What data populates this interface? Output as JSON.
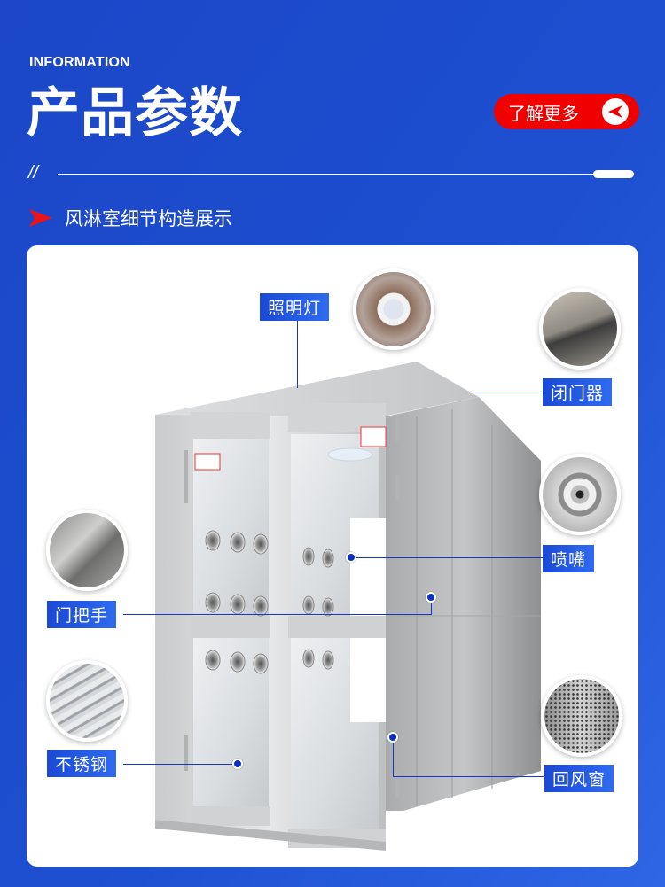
{
  "header": {
    "eyebrow": "INFORMATION",
    "title": "产品参数",
    "more_button": "了解更多",
    "divider_mark": "//",
    "section_heading": "风淋室细节构造展示"
  },
  "colors": {
    "background": "#1d4fd0",
    "accent_red": "#f10000",
    "tag_blue": "#1a49d6",
    "line_blue": "#1836c4"
  },
  "callouts": [
    {
      "id": "lighting",
      "label": "照明灯",
      "thumb": "ceiling-light-photo"
    },
    {
      "id": "door-closer",
      "label": "闭门器",
      "thumb": "door-closer-photo"
    },
    {
      "id": "nozzle",
      "label": "喷嘴",
      "thumb": "nozzle-photo"
    },
    {
      "id": "door-handle",
      "label": "门把手",
      "thumb": "door-handle-photo"
    },
    {
      "id": "stainless-steel",
      "label": "不锈钢",
      "thumb": "steel-sheets-photo"
    },
    {
      "id": "return-air-window",
      "label": "回风窗",
      "thumb": "perforated-vent-photo"
    }
  ]
}
